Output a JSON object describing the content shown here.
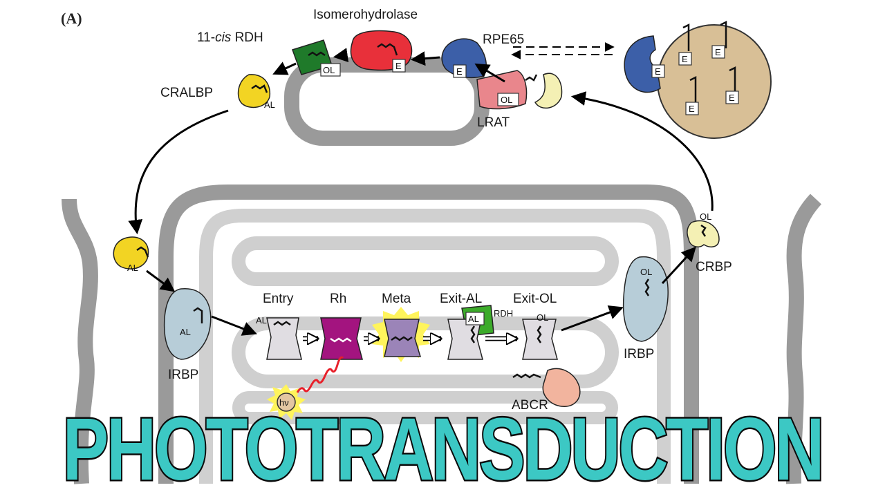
{
  "diagram": {
    "panel_label": "(A)",
    "labels": {
      "isomerohydrolase": "Isomerohydrolase",
      "rdh11_prefix": "11-",
      "rdh11_italic": "cis",
      "rdh11_suffix": " RDH",
      "rpe65": "RPE65",
      "cralbp": "CRALBP",
      "lrat": "LRAT",
      "entry": "Entry",
      "rh": "Rh",
      "meta": "Meta",
      "exit_al": "Exit-AL",
      "exit_ol": "Exit-OL",
      "rdh": "RDH",
      "irbp_left": "IRBP",
      "irbp_right": "IRBP",
      "crbp": "CRBP",
      "abcr": "ABCR",
      "hv": "hν"
    },
    "tags": {
      "E": "E",
      "OL": "OL",
      "AL": "AL"
    },
    "colors": {
      "membrane": "#9a9a9a",
      "inner_membrane": "#cfcfcf",
      "isomerohydrolase": "#e8303a",
      "rdh11": "#1f7a2a",
      "rpe65": "#3c5fa8",
      "cralbp": "#f2d423",
      "lrat": "#e9868c",
      "crbp": "#f4f0b4",
      "irbp": "#b7cdd8",
      "rh": "#a3147f",
      "meta": "#9b84b8",
      "rdh_green": "#3cab2a",
      "abcr": "#f2b49e",
      "lipid_droplet": "#d8bf96",
      "photon": "#e8202a",
      "banner_fill": "#3cc8c4",
      "banner_stroke": "#0b0b0b"
    }
  },
  "banner": {
    "title": "PHOTOTRANSDUCTION"
  }
}
